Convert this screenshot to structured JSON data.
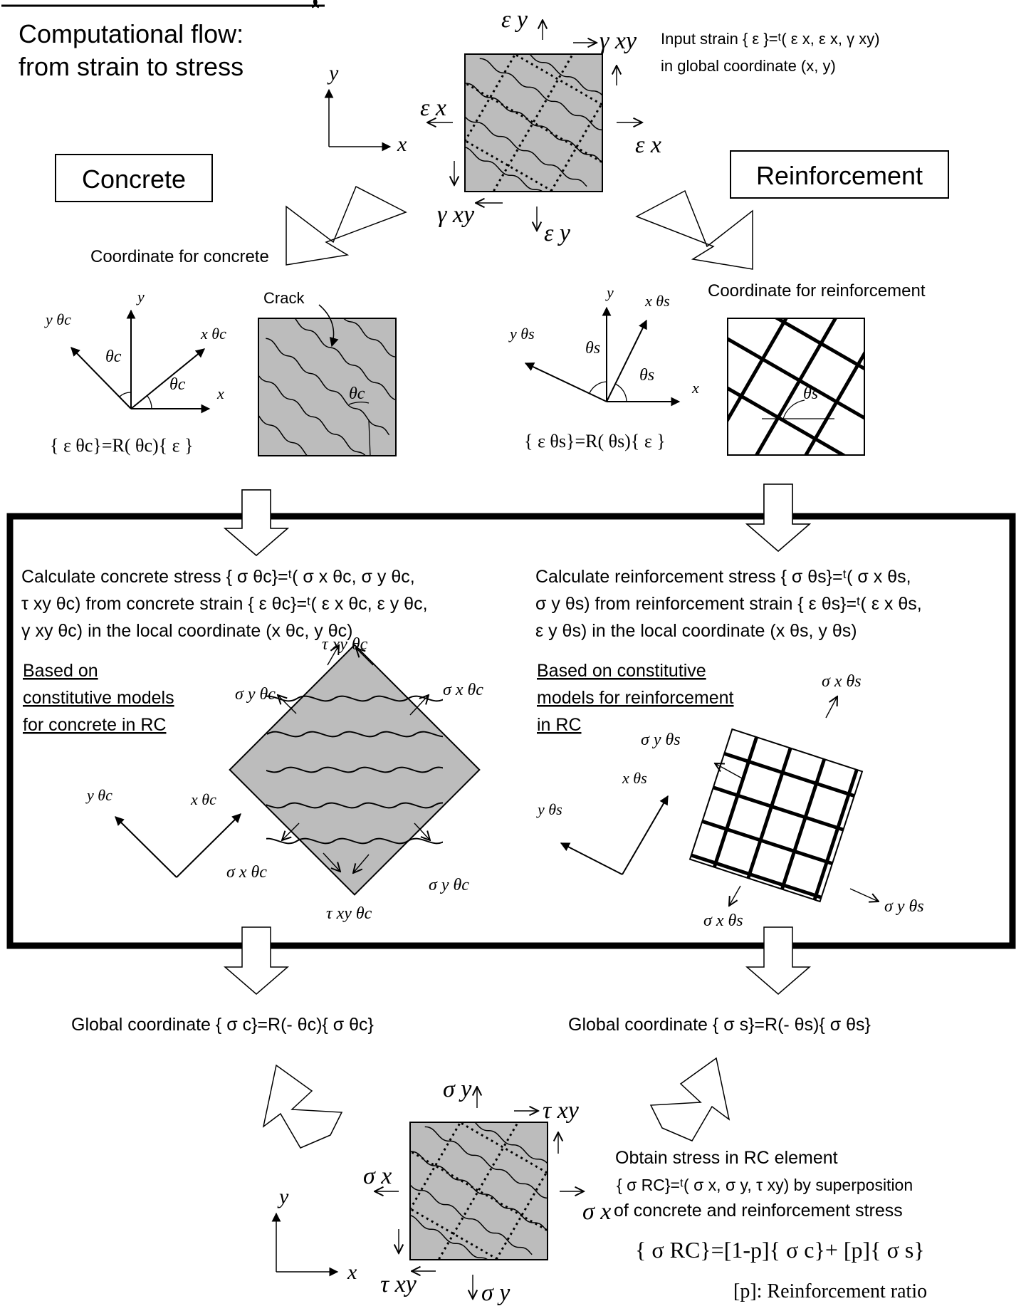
{
  "header": {
    "title_line1": "Computational flow:",
    "title_line2": "from strain to stress"
  },
  "columns": {
    "concrete": "Concrete",
    "reinforcement": "Reinforcement"
  },
  "input": {
    "label_line1": "Input strain  { ε }=ᵗ( ε x,  ε x,  γ xy)",
    "label_line2": "in global coordinate (x, y)"
  },
  "axes": {
    "x": "x",
    "y": "y"
  },
  "strain_labels": {
    "eps_y": "ε y",
    "eps_x": "ε x",
    "gamma_xy": "γ xy"
  },
  "concrete_coord": {
    "title": "Coordinate for concrete",
    "crack_label": "Crack",
    "axis_x": "x θc",
    "axis_y": "y θc",
    "theta": "θc",
    "eq": "{ ε θc}=R( θc){ ε }"
  },
  "reinf_coord": {
    "title": "Coordinate for reinforcement",
    "axis_x": "x θs",
    "axis_y": "y θs",
    "theta": "θs",
    "eq": "{ ε θs}=R( θs){ ε }"
  },
  "concrete_calc": {
    "line1": "Calculate concrete stress { σ θc}=ᵗ( σ x θc,  σ y θc,",
    "line2": " τ xy θc) from concrete strain { ε θc}=ᵗ( ε x θc,  ε y θc,",
    "line3": "γ xy θc) in the local coordinate (x θc, y θc)",
    "basis_line1": "Based on",
    "basis_line2": "constitutive models",
    "basis_line3": "for concrete in RC",
    "sig_x": "σ x θc",
    "sig_y": "σ y θc",
    "tau": "τ xy θc"
  },
  "reinf_calc": {
    "line1": "Calculate reinforcement stress { σ θs}=ᵗ( σ x θs,",
    "line2": "σ y θs) from reinforcement strain { ε θs}=ᵗ( ε x θs,",
    "line3": "ε y θs) in the local coordinate (x θs, y θs)",
    "basis_line1": "Based on constitutive",
    "basis_line2": "models for reinforcement",
    "basis_line3": "in RC",
    "sig_x": "σ x θs",
    "sig_y": "σ y θs"
  },
  "global": {
    "concrete_eq": "Global coordinate   { σ c}=R(- θc){ σ θc}",
    "reinf_eq": "Global coordinate { σ s}=R(- θs){ σ θs}"
  },
  "result": {
    "text_line1": "Obtain stress in RC element",
    "text_line2": "{ σ RC}=ᵗ( σ x,  σ y,  τ xy) by superposition",
    "text_line3": "of concrete and reinforcement stress",
    "superposition": "{ σ RC}=[1-p]{ σ c}+ [p]{ σ s}",
    "ratio_note": "[p]: Reinforcement ratio",
    "sig_x": "σ x",
    "sig_y": "σ y",
    "tau": "τ xy"
  }
}
